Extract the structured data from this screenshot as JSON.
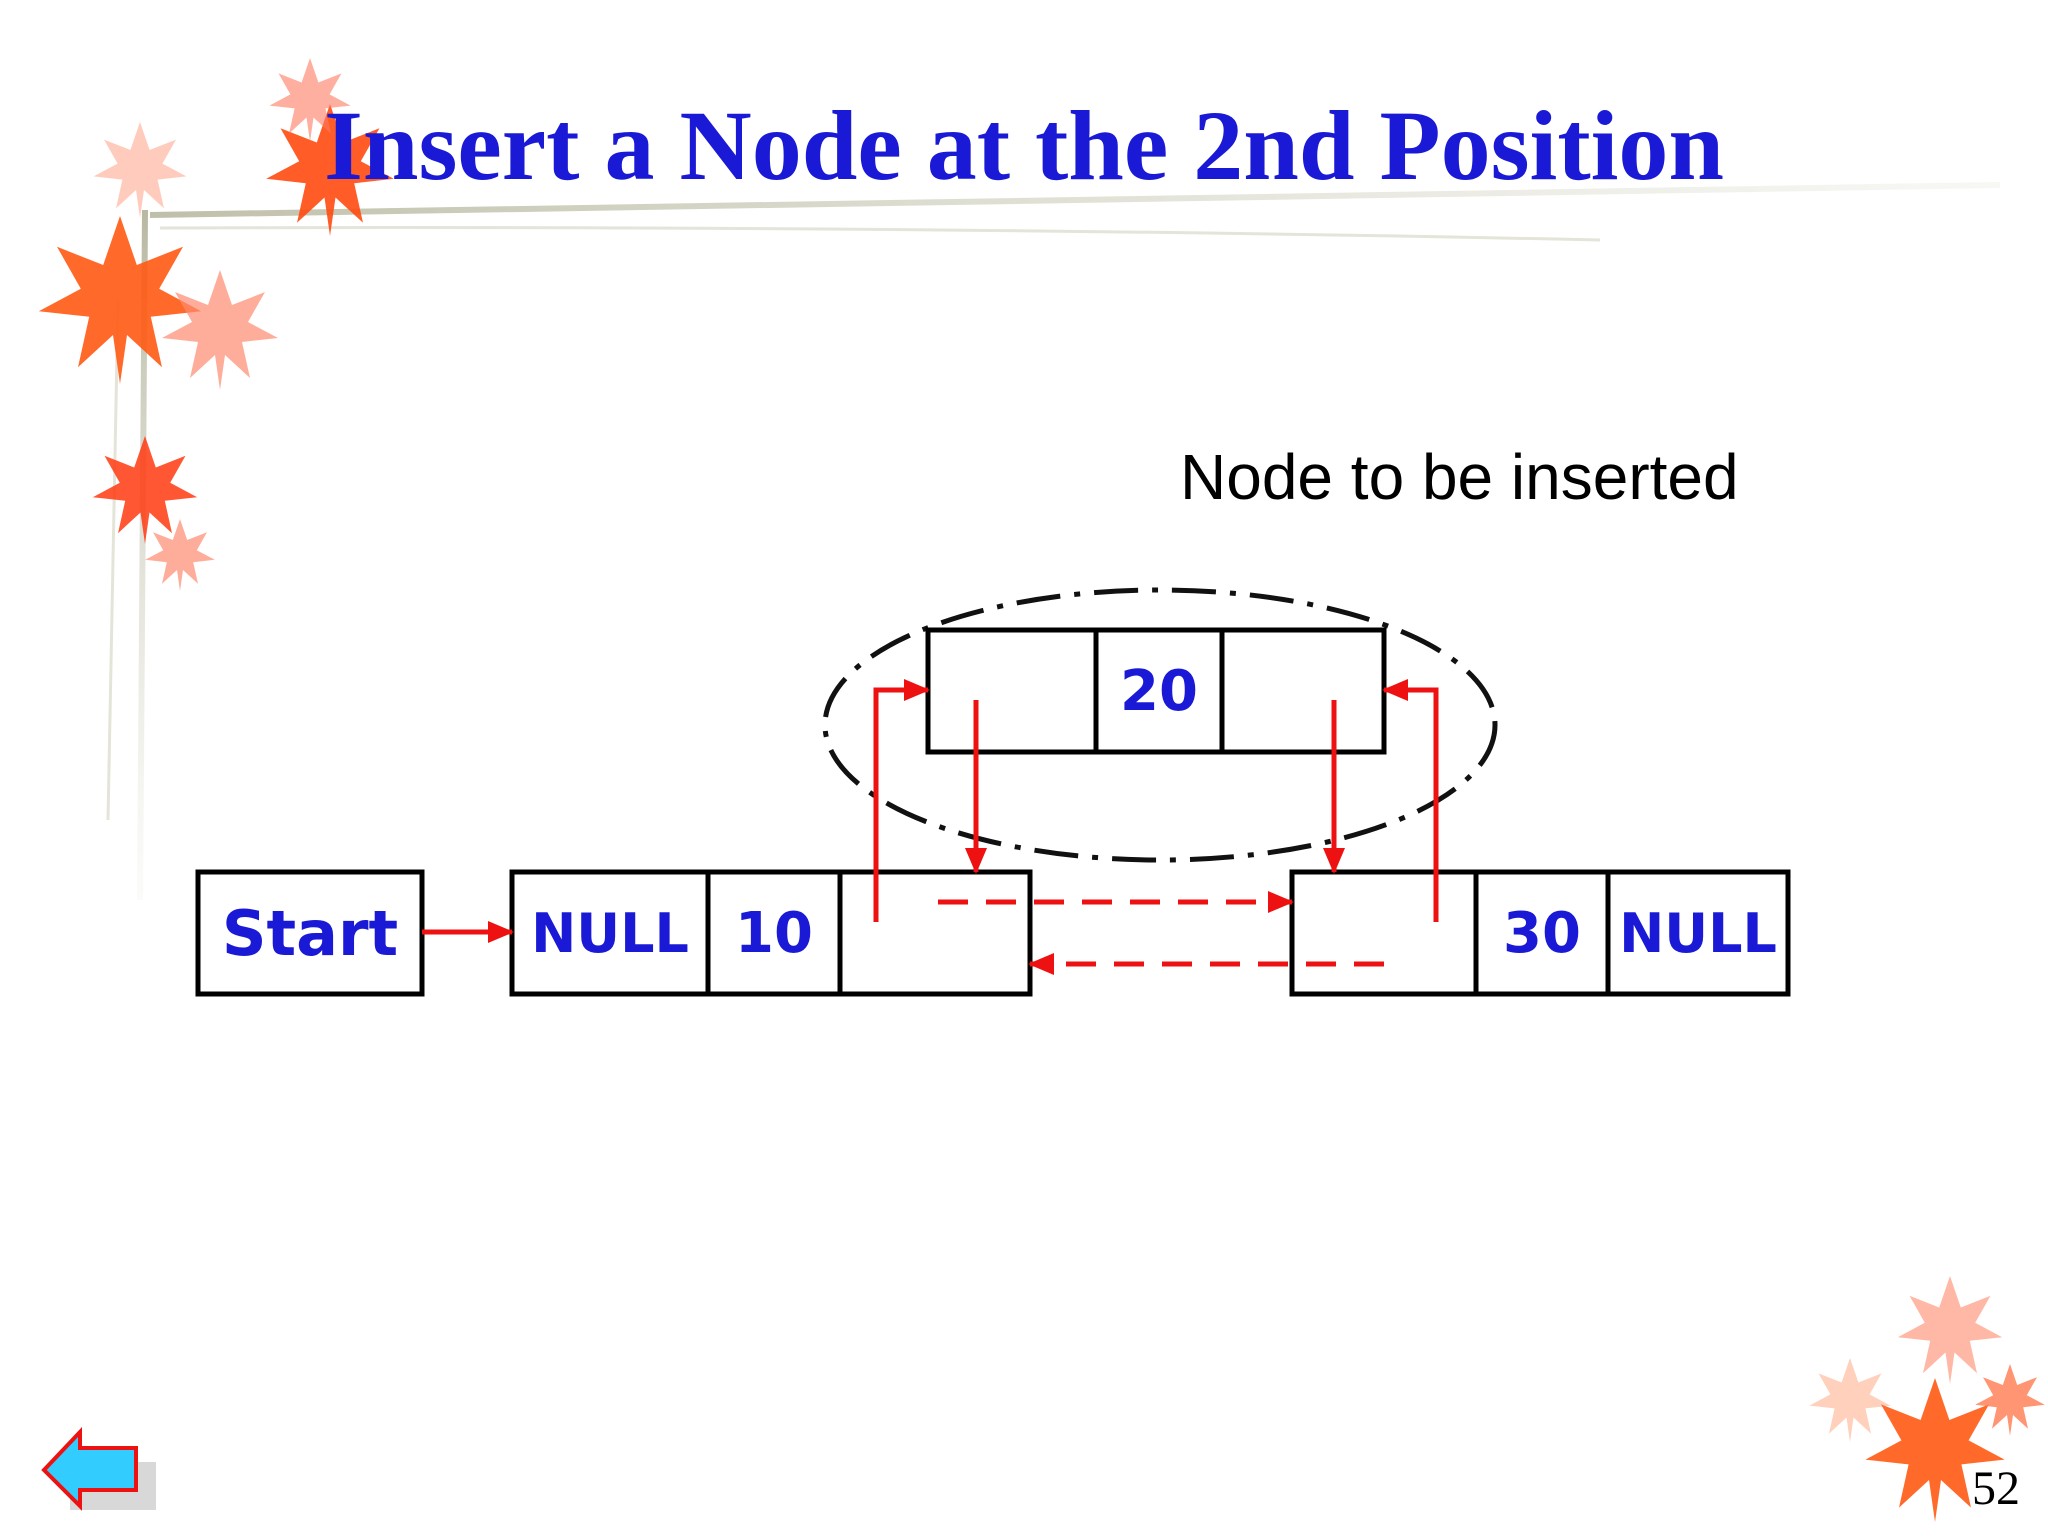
{
  "slide": {
    "title": "Insert a Node at the 2nd Position",
    "page_number": "52"
  },
  "diagram": {
    "caption": "Node to be inserted",
    "start_label": "Start",
    "new_node": {
      "data": "20"
    },
    "node1": {
      "prev": "NULL",
      "data": "10"
    },
    "node3": {
      "data": "30",
      "next": "NULL"
    }
  },
  "navigation": {
    "back_icon": "left-arrow-icon"
  },
  "colors": {
    "title": "#1a1ad6",
    "node_text": "#1a1ad6",
    "arrows": "#ee1111",
    "box_border": "#000000"
  }
}
